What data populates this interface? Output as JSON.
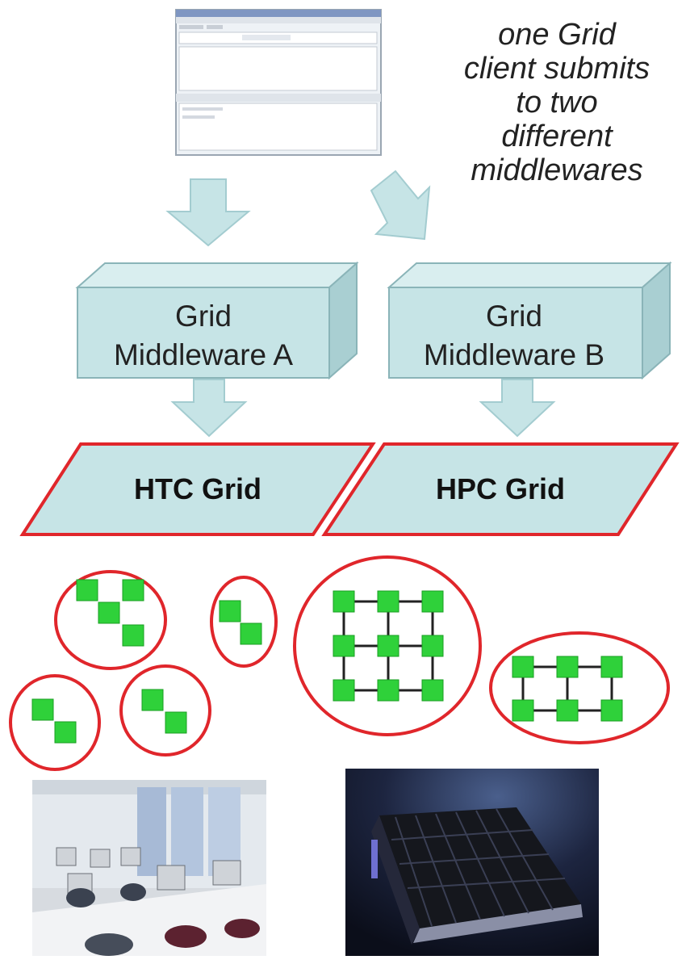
{
  "caption": {
    "lines": [
      "one Grid",
      "client submits",
      "to two",
      "different",
      "middlewares"
    ]
  },
  "middleware_a": {
    "line1": "Grid",
    "line2": "Middleware A"
  },
  "middleware_b": {
    "line1": "Grid",
    "line2": "Middleware B"
  },
  "htc_grid": {
    "label": "HTC Grid"
  },
  "hpc_grid": {
    "label": "HPC Grid"
  },
  "colors": {
    "box_fill": "#c6e4e6",
    "box_top": "#d9eeef",
    "box_side": "#a9cfd2",
    "box_stroke": "#8ab4b8",
    "arrow_fill": "#c6e4e6",
    "grid_stroke": "#e0262b",
    "node_green": "#2fd13a",
    "cluster_red": "#e0262b"
  }
}
